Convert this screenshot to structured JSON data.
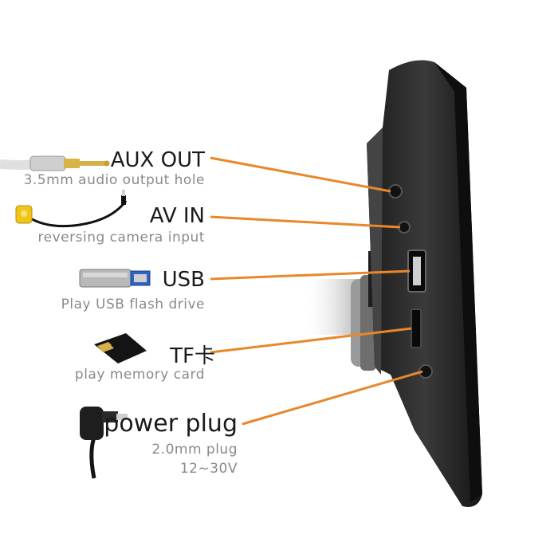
{
  "ports": [
    {
      "title": "AUX OUT",
      "subtitle": "3.5mm audio output hole",
      "icon": "audio-jack-icon"
    },
    {
      "title": "AV IN",
      "subtitle": "reversing camera input",
      "icon": "rca-cable-icon"
    },
    {
      "title": "USB",
      "subtitle": "Play USB flash drive",
      "icon": "usb-drive-icon"
    },
    {
      "title": "TF卡",
      "subtitle": "play memory card",
      "icon": "sd-card-icon"
    },
    {
      "title": "power plug",
      "subtitle": "2.0mm plug",
      "subtitle2": "12~30V",
      "icon": "power-plug-icon"
    }
  ],
  "colors": {
    "leader_line": "#e8872b",
    "device_body": "#2a2a2a",
    "title_text": "#1a1a1a",
    "subtitle_text": "#8a8a8a"
  }
}
